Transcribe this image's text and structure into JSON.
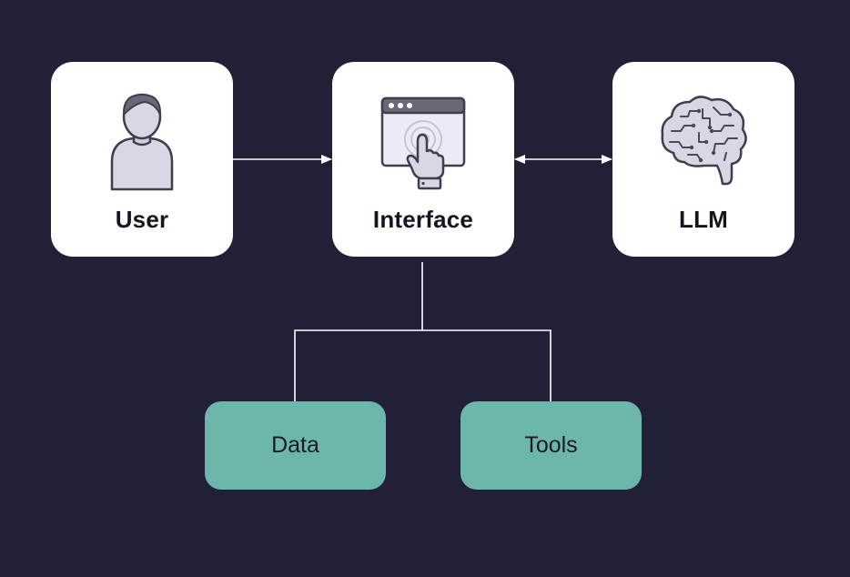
{
  "diagram": {
    "nodes": {
      "user": {
        "label": "User",
        "icon": "user-icon"
      },
      "interface": {
        "label": "Interface",
        "icon": "touch-interface-icon"
      },
      "llm": {
        "label": "LLM",
        "icon": "brain-icon"
      },
      "data": {
        "label": "Data"
      },
      "tools": {
        "label": "Tools"
      }
    },
    "edges": [
      {
        "from": "user",
        "to": "interface",
        "direction": "one-way"
      },
      {
        "from": "interface",
        "to": "llm",
        "direction": "two-way"
      },
      {
        "from": "interface",
        "to": "data",
        "style": "tree"
      },
      {
        "from": "interface",
        "to": "tools",
        "style": "tree"
      }
    ]
  },
  "colors": {
    "background": "#212037",
    "card": "#ffffff",
    "leaf": "#6db6ac",
    "connector": "#ffffff",
    "icon_fill": "#d9d7e6",
    "icon_stroke": "#4a4955"
  }
}
